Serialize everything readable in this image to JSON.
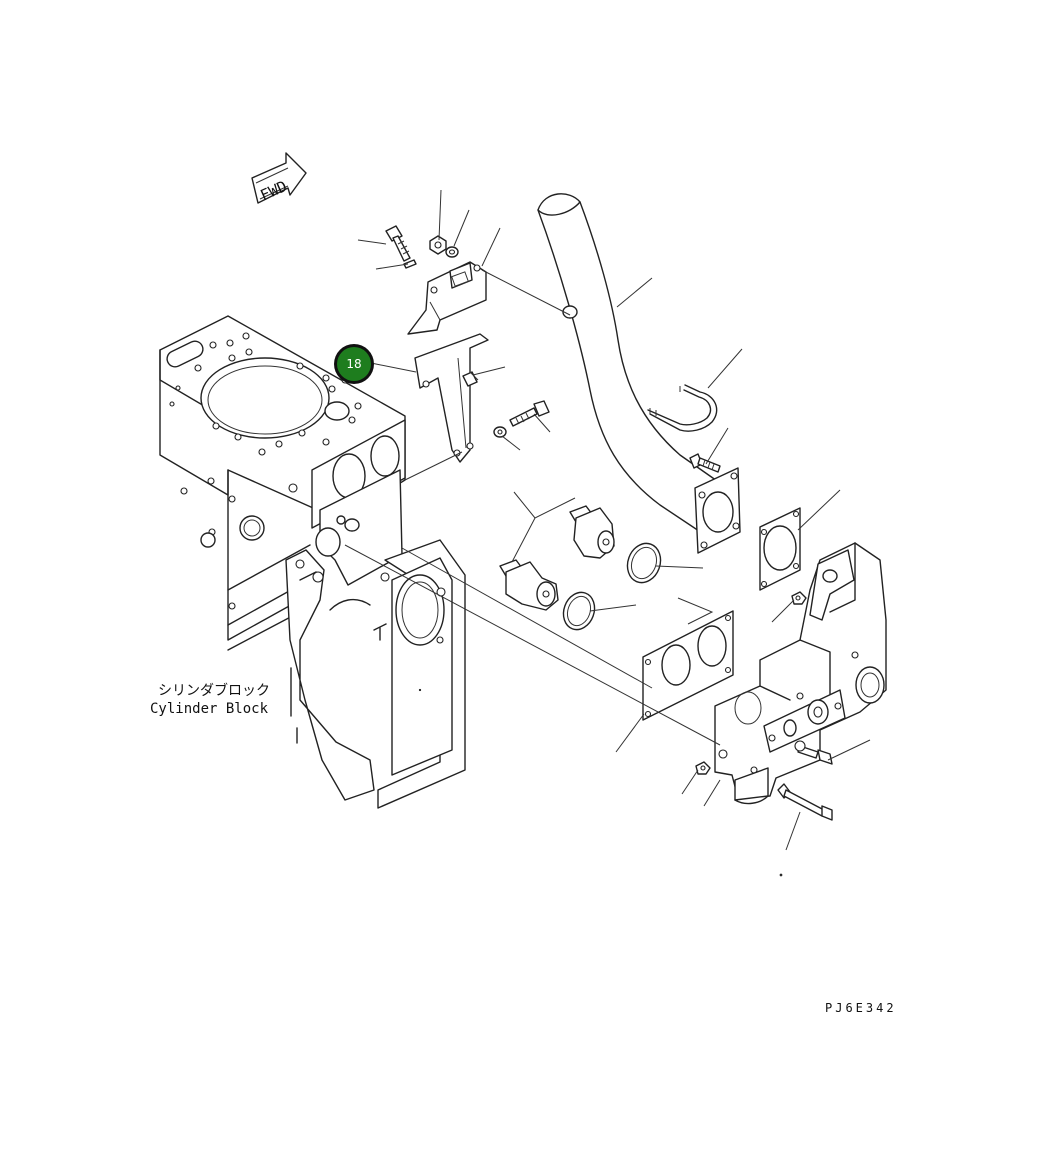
{
  "fwd_label": "FWD",
  "block_label_jp": "シリンダブロック",
  "block_label_en": "Cylinder Block",
  "drawing_code": "PJ6E342",
  "callout": {
    "number": "18",
    "color": "#1e7d1e"
  }
}
